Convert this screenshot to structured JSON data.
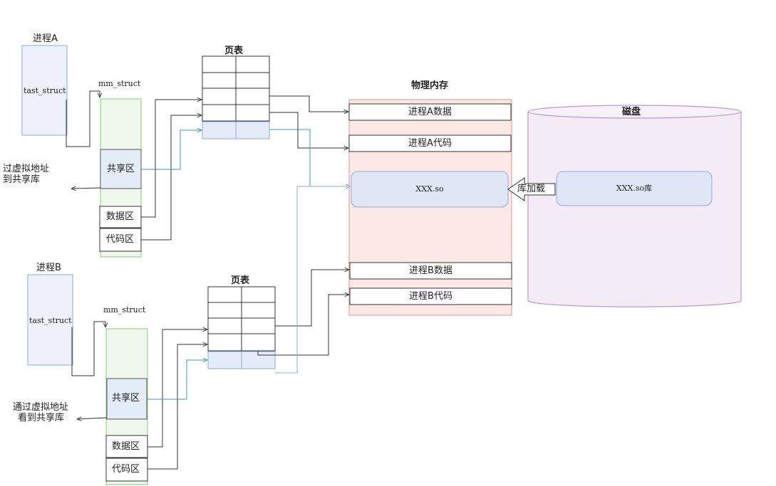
{
  "process_a": {
    "title": "进程A",
    "task_struct": "tast_struct",
    "mm_struct": "mm_struct",
    "shared": "共享区",
    "data": "数据区",
    "code": "代码区",
    "note_line1": "过虚拟地址",
    "note_line2": "到共享库"
  },
  "process_b": {
    "title": "进程B",
    "task_struct": "tast_struct",
    "mm_struct": "mm_struct",
    "shared": "共享区",
    "data": "数据区",
    "code": "代码区",
    "note_line1": "通过虚拟地址",
    "note_line2": "看到共享库"
  },
  "page_table_a": {
    "title": "页表"
  },
  "page_table_b": {
    "title": "页表"
  },
  "physical_memory": {
    "title": "物理内存",
    "a_data": "进程A数据",
    "a_code": "进程A代码",
    "so": "XXX.so",
    "b_data": "进程B数据",
    "b_code": "进程B代码"
  },
  "disk": {
    "title": "磁盘",
    "lib": "XXX.so库",
    "load_label": "库加载"
  },
  "colors": {
    "task_fill": "#eef1fb",
    "task_stroke": "#8faadc",
    "mm_fill": "#f0f7ec",
    "mm_stroke": "#8cc97a",
    "phys_fill": "#fce8e6",
    "phys_stroke": "#e6a6a0",
    "disk_fill": "#f3ecf6",
    "disk_stroke": "#b89ac8",
    "blue_line": "#4a90b8"
  }
}
